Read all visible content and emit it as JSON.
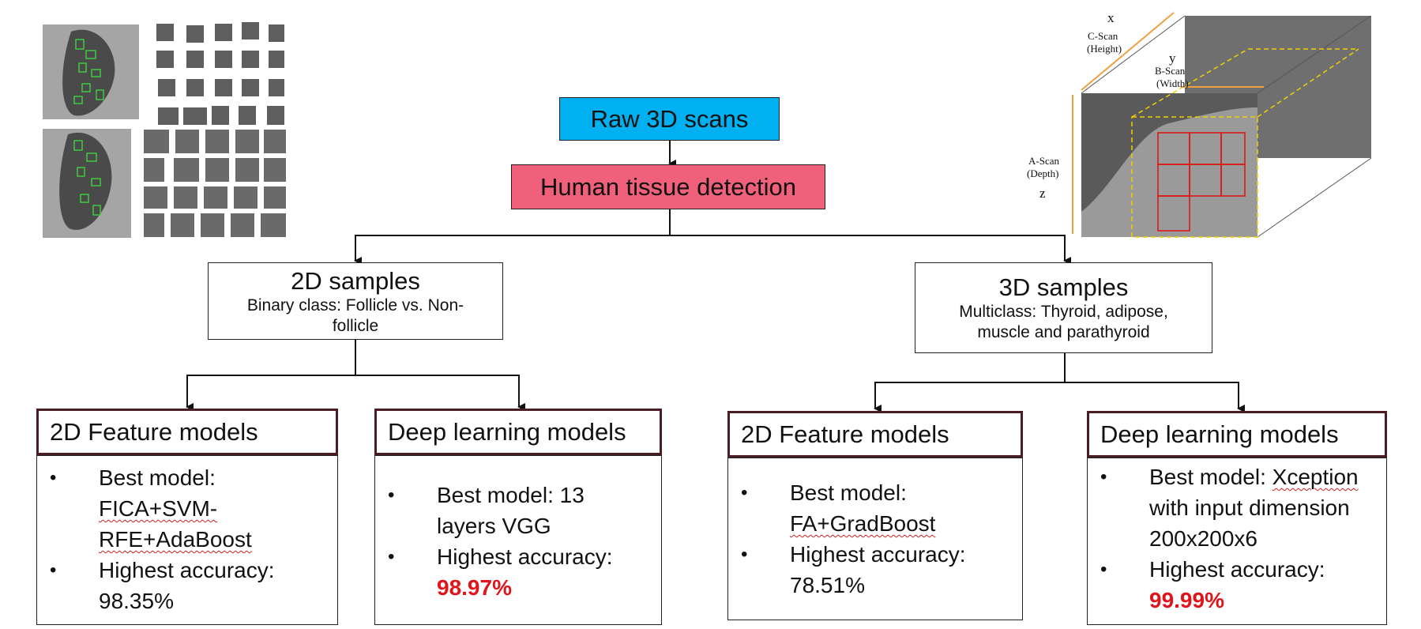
{
  "flow": {
    "raw": "Raw 3D scans",
    "htd": "Human tissue detection",
    "s2d": {
      "title": "2D samples",
      "line1": "Binary class: Follicle vs. Non-",
      "line2": "follicle"
    },
    "s3d": {
      "title": "3D samples",
      "line1": "Multiclass: Thyroid, adipose,",
      "line2": "muscle and parathyroid"
    }
  },
  "panels": {
    "p1": {
      "title": "2D Feature models",
      "best_label": "Best model:",
      "best_l1": "FICA+SVM-",
      "best_l2": "RFE+AdaBoost",
      "acc_label": "Highest accuracy:",
      "acc_value": "98.35%"
    },
    "p2": {
      "title": "Deep learning models",
      "best_label": "Best model: 13",
      "best_l2": "layers VGG",
      "acc_label": "Highest accuracy:",
      "acc_value": "98.97%"
    },
    "p3": {
      "title": "2D Feature models",
      "best_label": "Best model:",
      "best_l1": "FA+GradBoost",
      "acc_label": "Highest accuracy:",
      "acc_value": "78.51%"
    },
    "p4": {
      "title": "Deep learning models",
      "best_prefix": "Best model: ",
      "best_u": "Xception",
      "best_l2": "with input dimension",
      "best_l3": "200x200x6",
      "acc_label": "Highest accuracy:",
      "acc_value": "99.99%"
    }
  },
  "scan_diagram": {
    "x": "x",
    "y": "y",
    "z": "z",
    "cscan": "C-Scan",
    "cscan_sub": "(Height)",
    "bscan": "B-Scan",
    "bscan_sub": "(Width)",
    "ascan": "A-Scan",
    "ascan_sub": "(Depth)"
  },
  "colors": {
    "raw_fill": "#00b0f0",
    "htd_fill": "#f0607a",
    "panel_border": "#4a1c24",
    "highlight": "#e0151b"
  }
}
